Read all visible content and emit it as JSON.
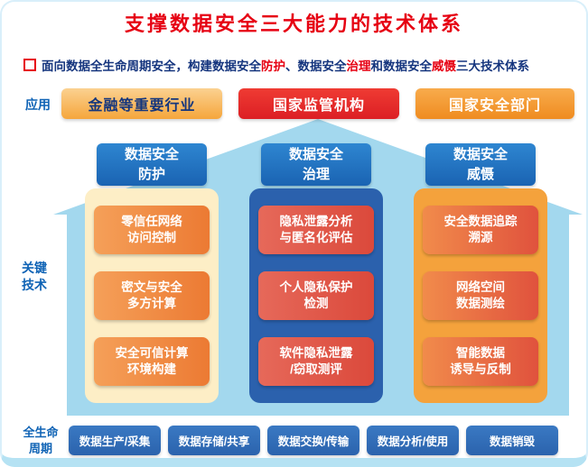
{
  "title": "支撑数据安全三大能力的技术体系",
  "subtitle": {
    "segments": [
      {
        "text": "面向数据全生命周期安全，构建数据安全",
        "highlight": false
      },
      {
        "text": "防护",
        "highlight": true
      },
      {
        "text": "、数据安全",
        "highlight": false
      },
      {
        "text": "治理",
        "highlight": true
      },
      {
        "text": "和数据安全",
        "highlight": false
      },
      {
        "text": "威慑",
        "highlight": true
      },
      {
        "text": "三大技术体系",
        "highlight": false
      }
    ]
  },
  "labels": {
    "application": "应用",
    "key_tech": "关键\n技术",
    "lifecycle": "全生命\n周期"
  },
  "applications": [
    {
      "label": "金融等重要行业"
    },
    {
      "label": "国家监管机构"
    },
    {
      "label": "国家安全部门"
    }
  ],
  "pillars": [
    {
      "header": "数据安全\n防护",
      "items": [
        "零信任网络\n访问控制",
        "密文与安全\n多方计算",
        "安全可信计算\n环境构建"
      ]
    },
    {
      "header": "数据安全\n治理",
      "items": [
        "隐私泄露分析\n与匿名化评估",
        "个人隐私保护\n检测",
        "软件隐私泄露\n/窃取测评"
      ]
    },
    {
      "header": "数据安全\n威慑",
      "items": [
        "安全数据追踪\n溯源",
        "网络空间\n数据测绘",
        "智能数据\n诱导与反制"
      ]
    }
  ],
  "lifecycle_stages": [
    "数据生产/采集",
    "数据存储/共享",
    "数据交换/传输",
    "数据分析/使用",
    "数据销毁"
  ],
  "colors": {
    "title_red": "#e60012",
    "text_blue": "#15357e",
    "label_blue": "#0f63b5",
    "house_blue": "#a3d8ee",
    "header_blue": "#1b6ec2",
    "panel_cream": "#fdeec6",
    "panel_blue": "#2b61ad",
    "panel_orange": "#f4a23c",
    "item_orange": "#ec7a33",
    "item_red": "#db493b",
    "stage_blue": "#2f6db8"
  }
}
